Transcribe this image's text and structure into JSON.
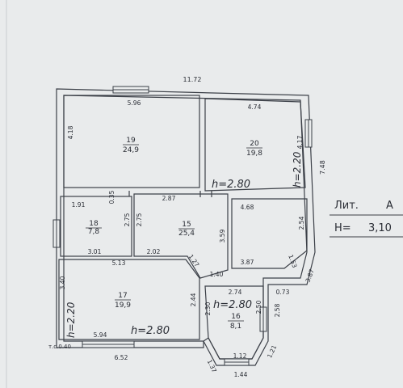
{
  "plan": {
    "overall_width": "11.72",
    "overall_depth": "7.48",
    "wall_thickness": "т.с.0.40",
    "rooms": [
      {
        "number": "19",
        "area": "24,9"
      },
      {
        "number": "20",
        "area": "19,8"
      },
      {
        "number": "18",
        "area": "7,8"
      },
      {
        "number": "15",
        "area": "25,4"
      },
      {
        "number": "17",
        "area": "19,9"
      },
      {
        "number": "16",
        "area": "8,1"
      }
    ],
    "heights": [
      {
        "text": "h=2.80"
      },
      {
        "text": "h=2.20"
      },
      {
        "text": "h=2.80"
      },
      {
        "text": "h=2.20"
      },
      {
        "text": "h=2.80"
      }
    ],
    "dimensions": [
      "5.96",
      "4.18",
      "4.74",
      "4.17",
      "1.91",
      "0.35",
      "2.87",
      "2.75",
      "2.75",
      "4.68",
      "2.54",
      "3.01",
      "5.13",
      "2.02",
      "3.59",
      "1.27",
      "3.87",
      "1.53",
      "1.40",
      "2.74",
      "0.73",
      "3.87",
      "3.40",
      "2.44",
      "2.30",
      "2.50",
      "2.58",
      "5.94",
      "6.52",
      "1.12",
      "1.21",
      "1.37",
      "1.44"
    ]
  },
  "legend": {
    "lit_label": "Лит.",
    "lit_value": "А",
    "h_label": "Н=",
    "h_value": "3,10"
  }
}
